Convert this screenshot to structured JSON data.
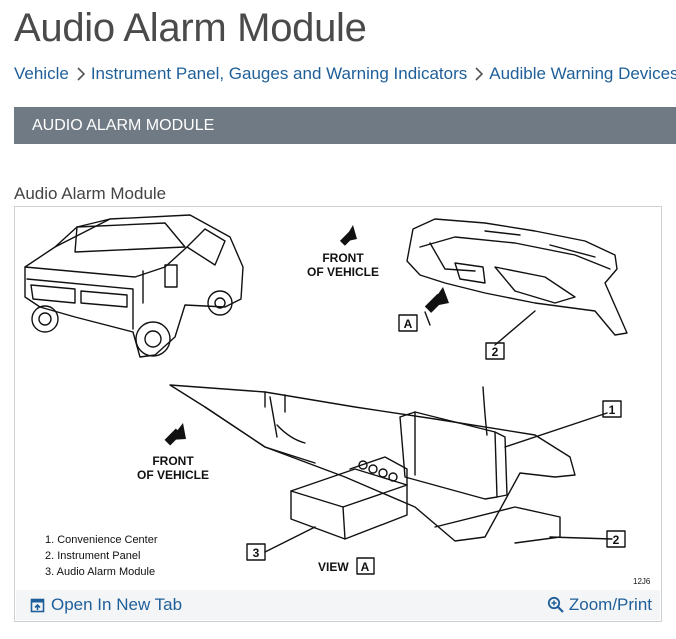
{
  "page": {
    "title": "Audio Alarm Module"
  },
  "breadcrumb": {
    "items": [
      "Vehicle",
      "Instrument Panel, Gauges and Warning Indicators",
      "Audible Warning Devices"
    ]
  },
  "section": {
    "heading": "AUDIO ALARM MODULE"
  },
  "figure": {
    "caption": "Audio Alarm Module",
    "labels": {
      "front_of_vehicle_line1": "FRONT",
      "front_of_vehicle_line2": "OF VEHICLE",
      "view_label": "VIEW",
      "view_letter": "A",
      "callout_a": "A",
      "callout_1": "1",
      "callout_2": "2",
      "callout_3": "3",
      "figure_code": "12J6"
    },
    "legend": [
      "1.  Convenience Center",
      "2.  Instrument Panel",
      "3.  Audio Alarm Module"
    ]
  },
  "toolbar": {
    "open_tab_label": "Open In New Tab",
    "zoom_print_label": "Zoom/Print",
    "open_tab_icon": "open-in-new-tab-icon",
    "zoom_icon": "magnifier-plus-icon"
  },
  "colors": {
    "link": "#1f5f99",
    "section_bar": "#6f7a84",
    "toolbar_bg": "#f3f5f7"
  }
}
